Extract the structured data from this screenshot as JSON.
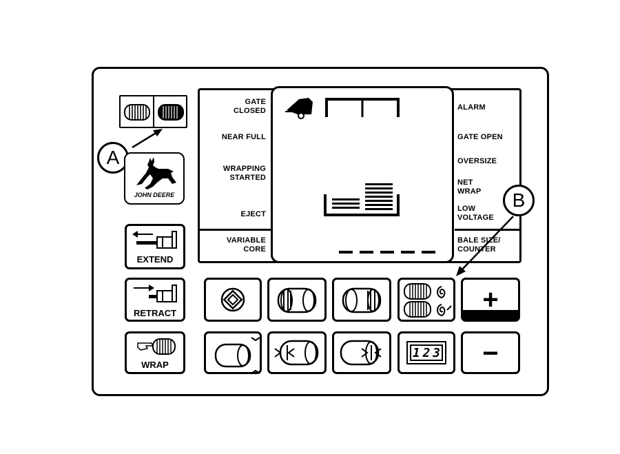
{
  "callouts": {
    "a": "A",
    "b": "B"
  },
  "logo": {
    "text": "JOHN DEERE"
  },
  "left_labels": {
    "gate_closed": [
      "GATE",
      "CLOSED"
    ],
    "near_full": "NEAR FULL",
    "wrapping_started": [
      "WRAPPING",
      "STARTED"
    ],
    "eject": "EJECT",
    "variable_core": [
      "VARIABLE",
      "CORE"
    ]
  },
  "right_labels": {
    "alarm": "ALARM",
    "gate_open": "GATE OPEN",
    "oversize": "OVERSIZE",
    "net_wrap": [
      "NET",
      "WRAP"
    ],
    "low_voltage": [
      "LOW",
      "VOLTAGE"
    ],
    "bale_size_counter": [
      "BALE SIZE/",
      "COUNTER"
    ]
  },
  "buttons": {
    "extend": "EXTEND",
    "retract": "RETRACT",
    "wrap": "WRAP",
    "plus": "+",
    "minus": "−"
  },
  "counter_display": {
    "digits": [
      "1",
      "2",
      "3"
    ]
  },
  "icons": [
    "bale-icon",
    "deer-logo-icon",
    "baler-icon",
    "cylinder-extend-icon",
    "cylinder-retract-icon",
    "hand-wrap-icon",
    "diamond-icon",
    "bale-roll-icon",
    "variable-core-icon",
    "counter-icon"
  ]
}
